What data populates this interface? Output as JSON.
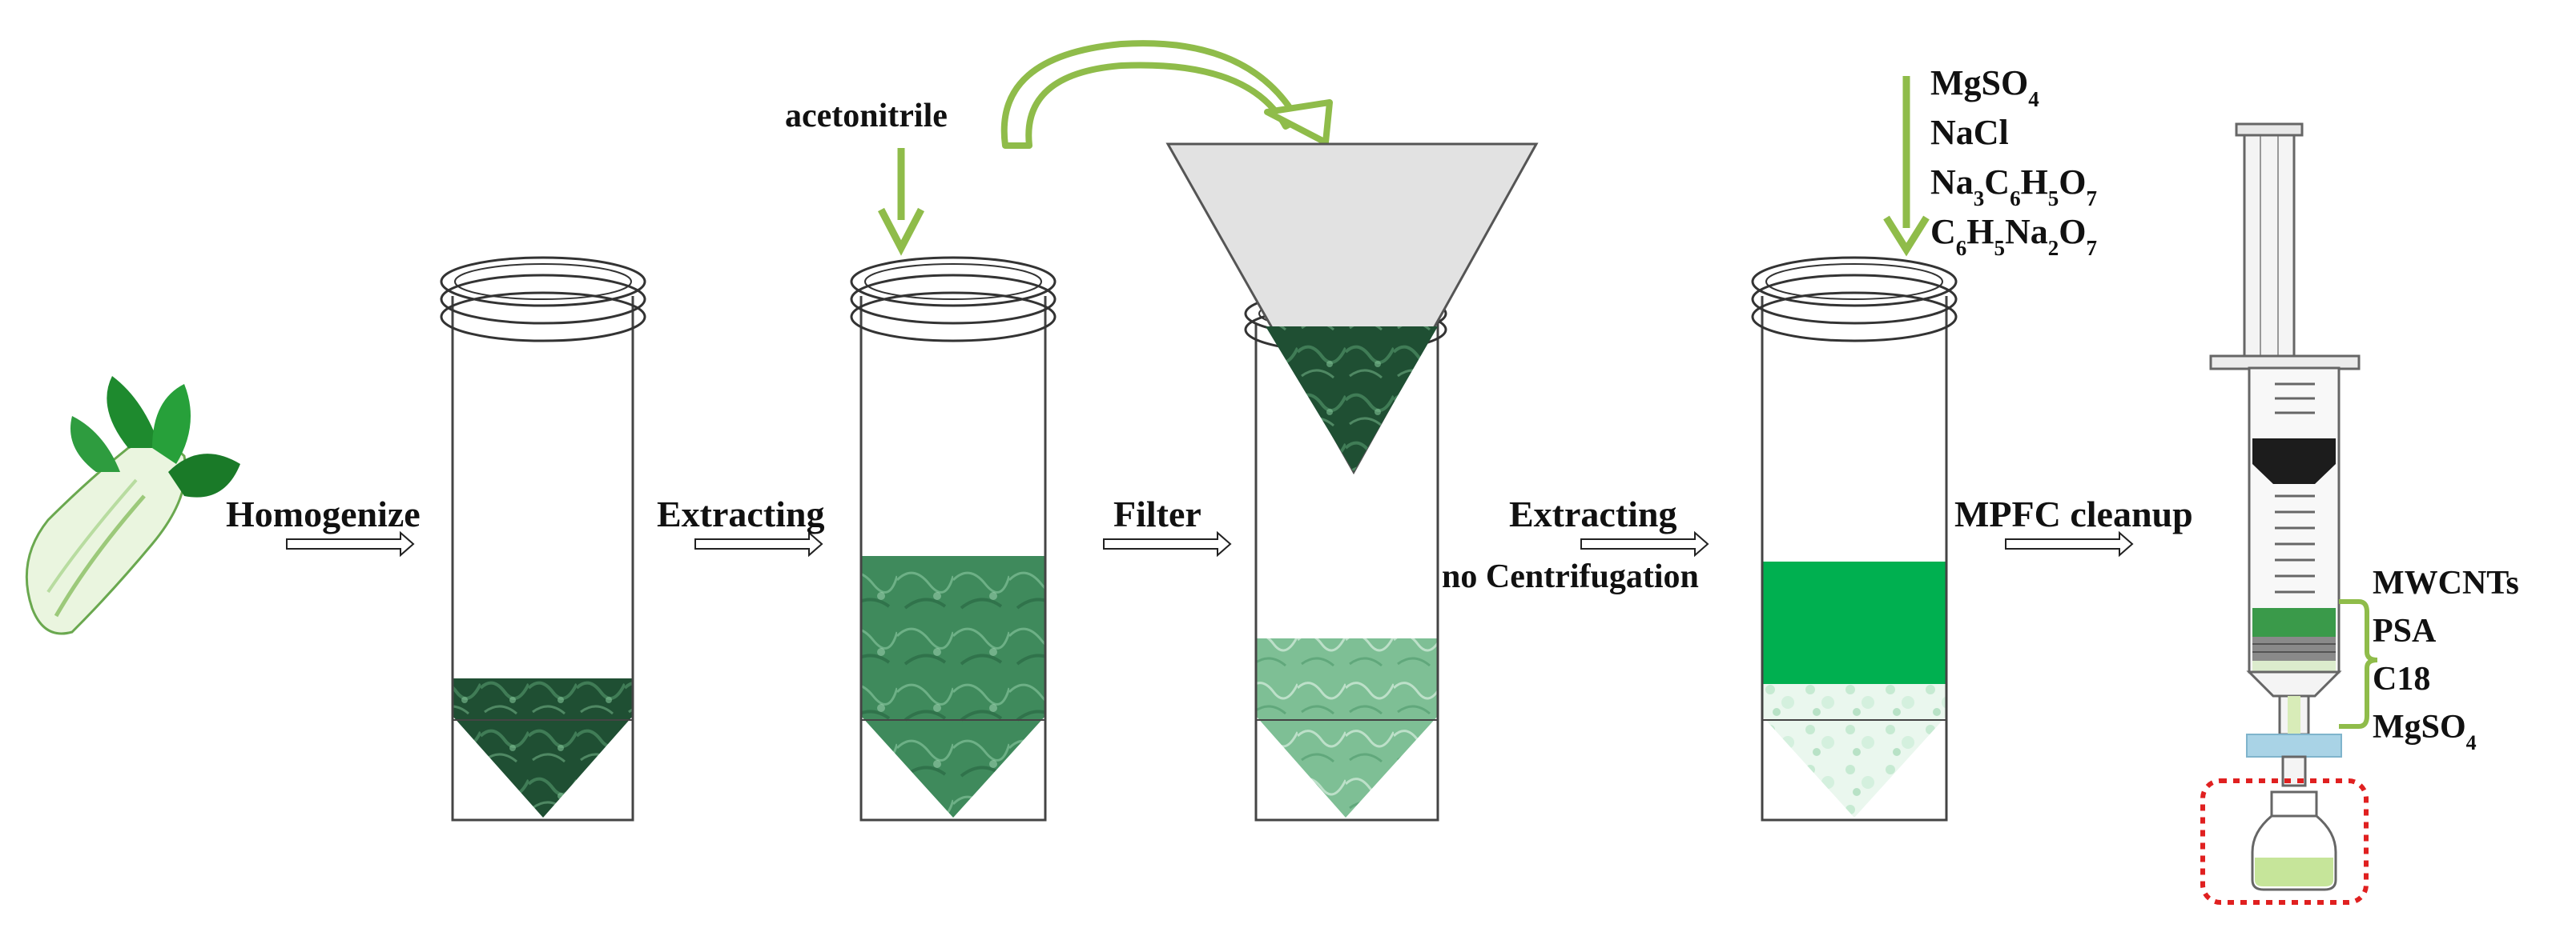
{
  "steps": {
    "homogenize": "Homogenize",
    "extracting1": "Extracting",
    "filter": "Filter",
    "extracting2": "Extracting",
    "no_centrifugation": "no Centrifugation",
    "mpfc_cleanup": "MPFC cleanup"
  },
  "reagents": {
    "acetonitrile": "acetonitrile",
    "salts": [
      {
        "base": "MgSO",
        "parts": [
          [
            "MgSO",
            ""
          ],
          [
            "4",
            "sub"
          ]
        ]
      },
      {
        "base": "NaCl",
        "parts": [
          [
            "NaCl",
            ""
          ]
        ]
      },
      {
        "base": "Na3C6H5O7",
        "parts": [
          [
            "Na",
            ""
          ],
          [
            "3",
            "sub"
          ],
          [
            "C",
            ""
          ],
          [
            "6",
            "sub"
          ],
          [
            "H",
            ""
          ],
          [
            "5",
            "sub"
          ],
          [
            "O",
            ""
          ],
          [
            "7",
            "sub"
          ]
        ]
      },
      {
        "base": "C6H5Na2O7",
        "parts": [
          [
            "C",
            ""
          ],
          [
            "6",
            "sub"
          ],
          [
            "H",
            ""
          ],
          [
            "5",
            "sub"
          ],
          [
            "Na",
            ""
          ],
          [
            "2",
            "sub"
          ],
          [
            "O",
            ""
          ],
          [
            "7",
            "sub"
          ]
        ]
      }
    ]
  },
  "sorbents": [
    {
      "parts": [
        [
          "MWCNTs",
          ""
        ]
      ]
    },
    {
      "parts": [
        [
          "PSA",
          ""
        ]
      ]
    },
    {
      "parts": [
        [
          "C18",
          ""
        ]
      ]
    },
    {
      "parts": [
        [
          "MgSO",
          ""
        ],
        [
          "4",
          "sub"
        ]
      ]
    }
  ],
  "colors": {
    "dark_green": "#1f4f33",
    "medium_green": "#3f8a5c",
    "light_green": "#8cc9a2",
    "bright_green": "#00b050",
    "arrow_green": "#8fbc4a",
    "cap_blue": "#a9d3e6",
    "dotted_red": "#e02020"
  }
}
